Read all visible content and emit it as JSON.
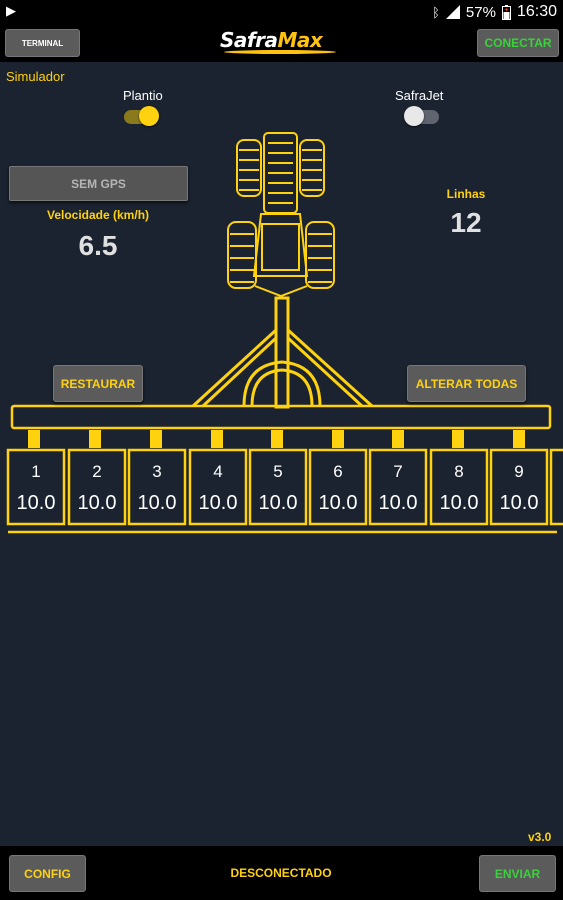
{
  "status_bar": {
    "left_icon": "play-store-icon",
    "battery": "57%",
    "time": "16:30",
    "icons": [
      "bluetooth-icon",
      "signal-icon",
      "battery-icon"
    ]
  },
  "header": {
    "terminal_label": "TERMINAL",
    "logo_part1": "Safra",
    "logo_part2": "Max",
    "connect_label": "CONECTAR"
  },
  "simulator": {
    "title": "Simulador",
    "plantio_label": "Plantio",
    "plantio_on": true,
    "safrajet_label": "SafraJet",
    "safrajet_on": false
  },
  "gps": {
    "button_label": "SEM GPS",
    "speed_label": "Velocidade (km/h)",
    "speed_value": "6.5"
  },
  "lines": {
    "label": "Linhas",
    "value": "12"
  },
  "actions": {
    "restore_label": "RESTAURAR",
    "change_all_label": "ALTERAR TODAS"
  },
  "units": [
    {
      "num": "1",
      "value": "10.0"
    },
    {
      "num": "2",
      "value": "10.0"
    },
    {
      "num": "3",
      "value": "10.0"
    },
    {
      "num": "4",
      "value": "10.0"
    },
    {
      "num": "5",
      "value": "10.0"
    },
    {
      "num": "6",
      "value": "10.0"
    },
    {
      "num": "7",
      "value": "10.0"
    },
    {
      "num": "8",
      "value": "10.0"
    },
    {
      "num": "9",
      "value": "10.0"
    }
  ],
  "version": "v3.0",
  "footer": {
    "config_label": "CONFIG",
    "status_label": "DESCONECTADO",
    "send_label": "ENVIAR"
  },
  "colors": {
    "background": "#1b2330",
    "accent_yellow": "#ffd20f",
    "green": "#39d23a",
    "button_gray": "#5b5b5b"
  }
}
